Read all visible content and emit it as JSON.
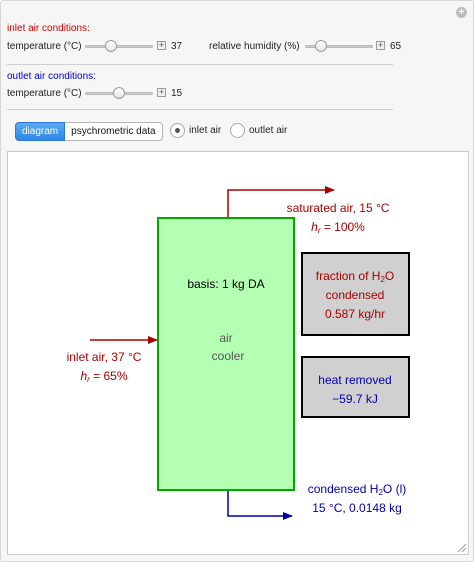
{
  "colors": {
    "inlet_red": "#cc0000",
    "outlet_blue": "#0000cc",
    "arrow_red": "#aa0000",
    "arrow_blue": "#0000aa",
    "cooler_fill": "#b4ffb4",
    "cooler_border": "#00aa00",
    "box_fill": "#d0d0d0",
    "tab_active": "#2f86e6"
  },
  "inlet": {
    "title": "inlet air conditions:",
    "temperature_label": "temperature (°C)",
    "temperature_value": "37",
    "temperature_fraction": 0.38,
    "humidity_label": "relative humidity (%)",
    "humidity_value": "65",
    "humidity_fraction": 0.24
  },
  "outlet": {
    "title": "outlet air conditions:",
    "temperature_label": "temperature (°C)",
    "temperature_value": "15",
    "temperature_fraction": 0.5
  },
  "view_tabs": [
    "diagram",
    "psychrometric data"
  ],
  "radio_options": [
    {
      "label": "inlet air",
      "selected": true
    },
    {
      "label": "outlet air",
      "selected": false
    }
  ],
  "diagram": {
    "basis": "basis: 1 kg DA",
    "cooler_line1": "air",
    "cooler_line2": "cooler",
    "saturated_line1": "saturated air, 15 °C",
    "saturated_hr_var": "h",
    "saturated_hr_sub": "r",
    "saturated_hr_val": " = 100%",
    "inlet_line1": "inlet air, 37 °C",
    "inlet_hr_var": "h",
    "inlet_hr_sub": "r",
    "inlet_hr_val": " = 65%",
    "fraction_line1_prefix": "fraction of H",
    "fraction_line1_sub": "2",
    "fraction_line1_suffix": "O",
    "fraction_line2": "condensed",
    "fraction_line3": "0.587 kg/hr",
    "heat_line1": "heat removed",
    "heat_line2": "−59.7 kJ",
    "condensed_prefix": "condensed H",
    "condensed_sub": "2",
    "condensed_suffix": "O (l)",
    "condensed_line2": "15 °C, 0.0148 kg"
  }
}
